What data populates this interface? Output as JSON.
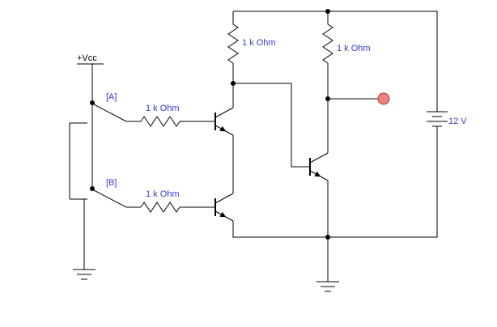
{
  "diagram": {
    "type": "circuit-schematic",
    "labels": {
      "vcc": "+Vcc",
      "switch_a": "[A]",
      "switch_b": "[B]",
      "resistor_input_a": "1 k Ohm",
      "resistor_input_b": "1 k Ohm",
      "resistor_pullup_inner": "1 k Ohm",
      "resistor_pullup_output": "1 k Ohm",
      "battery": "12 V"
    },
    "colors": {
      "wire": "#000000",
      "label_text": "#3a3ad0",
      "probe_fill": "#f08080",
      "probe_stroke": "#aa3939",
      "background": "#ffffff"
    }
  }
}
